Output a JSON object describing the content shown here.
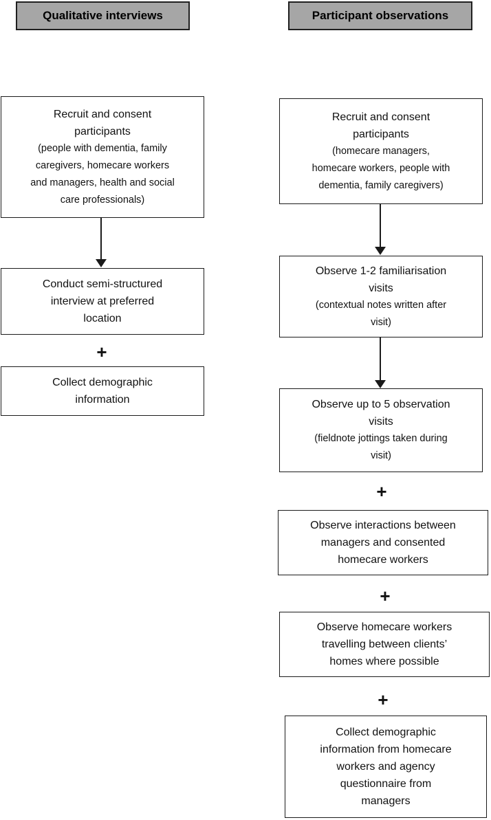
{
  "plus_symbol": "+",
  "colors": {
    "header_fill": "#a6a6a6",
    "box_border": "#1a1a1a",
    "box_fill": "#ffffff",
    "text": "#111111"
  },
  "left_column": {
    "header": "Qualitative interviews",
    "boxes": [
      {
        "main": [
          "Recruit and consent",
          "participants"
        ],
        "sub": [
          "(people with dementia, family",
          "caregivers, homecare workers",
          "and managers, health and social",
          "care professionals)"
        ]
      },
      {
        "main": [
          "Conduct semi-structured",
          "interview at preferred",
          "location"
        ],
        "sub": []
      },
      {
        "main": [
          "Collect demographic",
          "information"
        ],
        "sub": []
      }
    ]
  },
  "right_column": {
    "header": "Participant observations",
    "boxes": [
      {
        "main": [
          "Recruit and consent",
          "participants"
        ],
        "sub": [
          "(homecare managers,",
          "homecare workers, people with",
          "dementia, family caregivers)"
        ]
      },
      {
        "main": [
          "Observe 1-2 familiarisation",
          "visits"
        ],
        "sub": [
          "(contextual notes written after",
          "visit)"
        ]
      },
      {
        "main": [
          "Observe up to 5 observation",
          "visits"
        ],
        "sub": [
          "(fieldnote jottings taken during",
          "visit)"
        ]
      },
      {
        "main": [
          "Observe interactions between",
          "managers and consented",
          "homecare workers"
        ],
        "sub": []
      },
      {
        "main": [
          "Observe homecare workers",
          "travelling between clients’",
          "homes where possible"
        ],
        "sub": []
      },
      {
        "main": [
          "Collect demographic",
          "information from homecare",
          "workers and agency",
          "questionnaire from",
          "managers"
        ],
        "sub": []
      }
    ]
  }
}
